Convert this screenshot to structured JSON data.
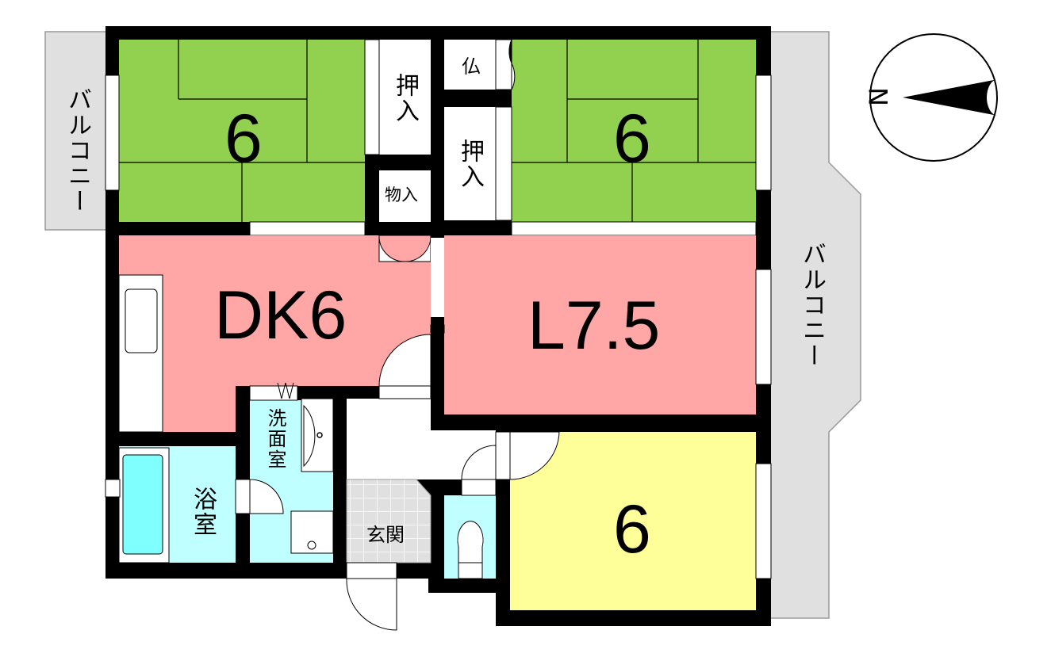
{
  "rooms": {
    "washitsu_left": {
      "label": "6"
    },
    "washitsu_right": {
      "label": "6"
    },
    "dk": {
      "label": "DK6"
    },
    "living": {
      "label": "L7.5"
    },
    "western_room": {
      "label": "6"
    },
    "closet_left": {
      "label": "押入"
    },
    "closet_right": {
      "label": "押入"
    },
    "storage": {
      "label": "物入"
    },
    "altar": {
      "label": "仏"
    },
    "bathroom": {
      "label": "浴室"
    },
    "washroom": {
      "label": "洗面室"
    },
    "entrance": {
      "label": "玄関"
    },
    "balcony_left": {
      "label": "バルコニー"
    },
    "balcony_right": {
      "label": "バルコニー"
    }
  },
  "compass": {
    "label": "N"
  },
  "colors": {
    "tatami": "#92d050",
    "dk_living": "#ffa6a6",
    "western": "#ffff99",
    "wet_area": "#c0ffff",
    "balcony": "#e0e0e0",
    "wall": "#000000"
  }
}
